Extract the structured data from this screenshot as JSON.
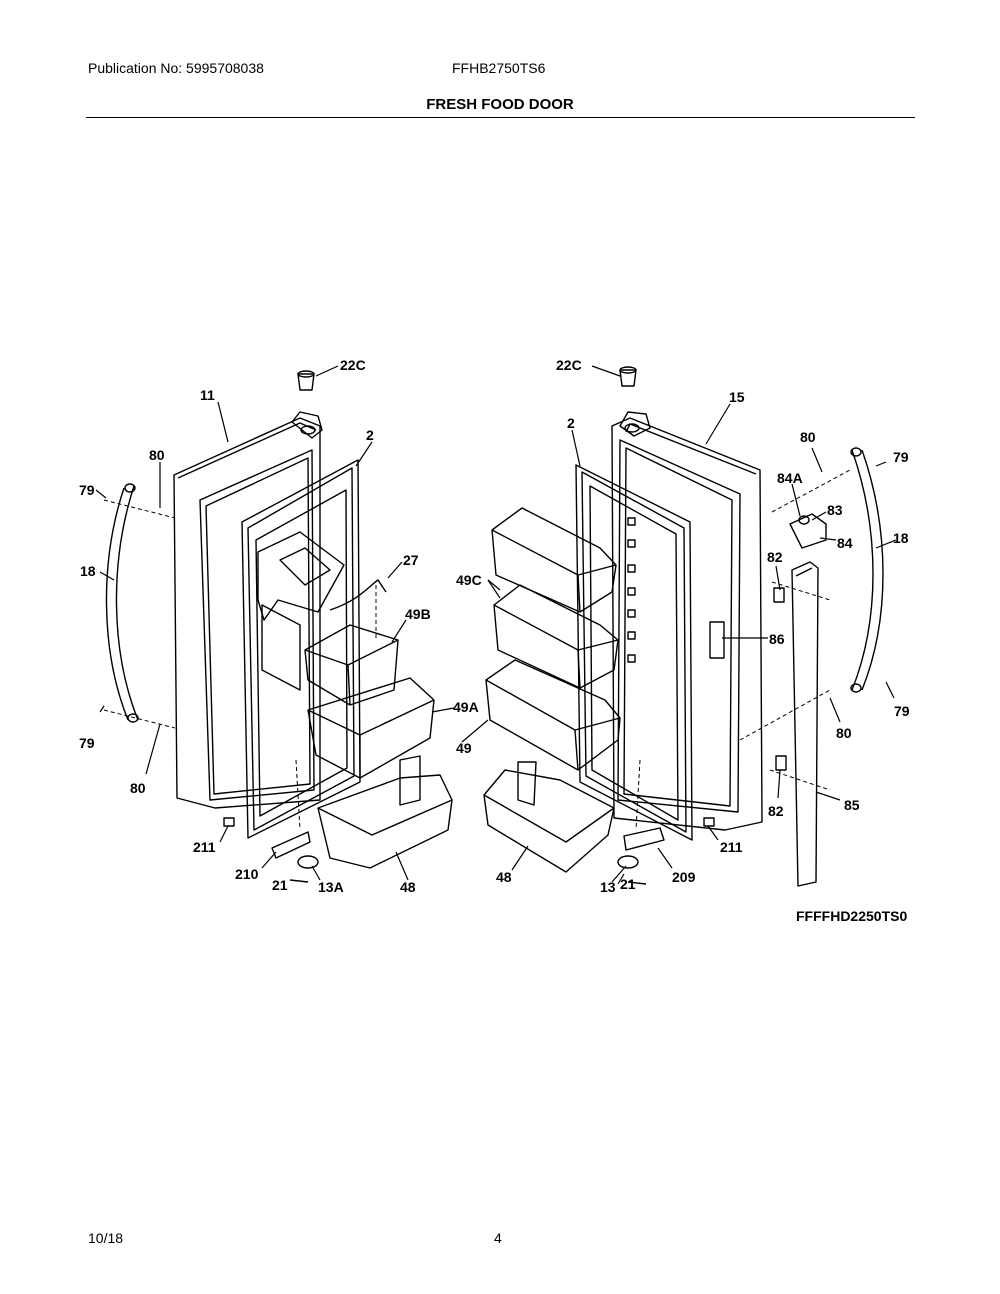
{
  "header": {
    "publication": "Publication No: 5995708038",
    "model": "FFHB2750TS6",
    "title": "FRESH FOOD DOOR"
  },
  "diagram": {
    "figure_code": "FFFFHD2250TS0",
    "labels": {
      "l22c": "22C",
      "l11": "11",
      "l2": "2",
      "l80a": "80",
      "l79a": "79",
      "l18": "18",
      "l27": "27",
      "l49b": "49B",
      "l49a": "49A",
      "l79b": "79",
      "l80b": "80",
      "l211": "211",
      "l210": "210",
      "l21": "21",
      "l13a": "13A",
      "l48": "48",
      "r22c": "22C",
      "r2": "2",
      "r15": "15",
      "r80a": "80",
      "r79a": "79",
      "r84a": "84A",
      "r83": "83",
      "r84": "84",
      "r18": "18",
      "r82a": "82",
      "r49c": "49C",
      "r86": "86",
      "r49": "49",
      "r79b": "79",
      "r80b": "80",
      "r82b": "82",
      "r85": "85",
      "r211": "211",
      "r48": "48",
      "r13": "13",
      "r21": "21",
      "r209": "209"
    }
  },
  "footer": {
    "date": "10/18",
    "page": "4"
  }
}
